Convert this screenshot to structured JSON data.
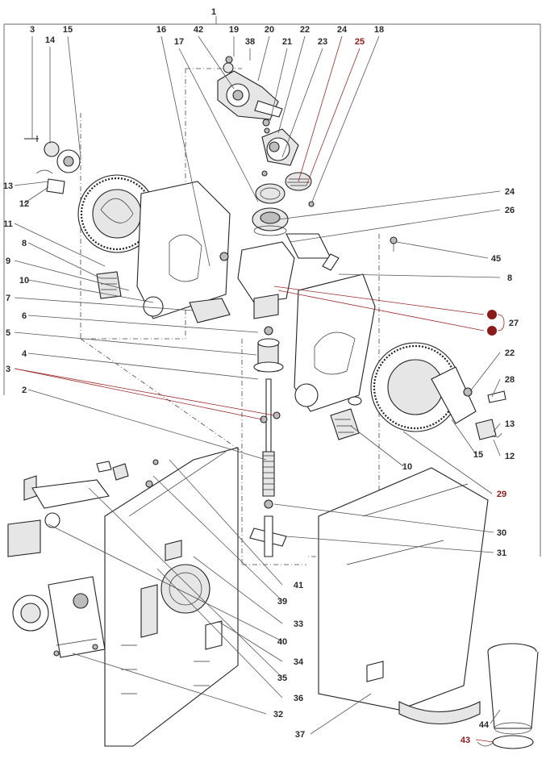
{
  "diagram": {
    "assembly_number": "1",
    "part_labels": {
      "p2": "2",
      "p3a": "3",
      "p3b": "3",
      "p4": "4",
      "p5": "5",
      "p6": "6",
      "p7": "7",
      "p8a": "8",
      "p8b": "8",
      "p9": "9",
      "p10a": "10",
      "p10b": "10",
      "p11": "11",
      "p12a": "12",
      "p12b": "12",
      "p13a": "13",
      "p13b": "13",
      "p14": "14",
      "p15a": "15",
      "p15b": "15",
      "p16": "16",
      "p17": "17",
      "p18": "18",
      "p19": "19",
      "p20": "20",
      "p21": "21",
      "p22a": "22",
      "p22b": "22",
      "p23": "23",
      "p24a": "24",
      "p24b": "24",
      "p25": "25",
      "p26": "26",
      "p27": "27",
      "p28": "28",
      "p29": "29",
      "p30": "30",
      "p31": "31",
      "p32": "32",
      "p33": "33",
      "p34": "34",
      "p35": "35",
      "p36": "36",
      "p37": "37",
      "p38": "38",
      "p39": "39",
      "p40": "40",
      "p41": "41",
      "p42": "42",
      "p43": "43",
      "p44": "44",
      "p45": "45"
    },
    "colors": {
      "label_dark": "#2a2a2a",
      "label_red": "#8b1a1a",
      "line": "#222222",
      "marker_27": "#8b1a1a"
    }
  }
}
